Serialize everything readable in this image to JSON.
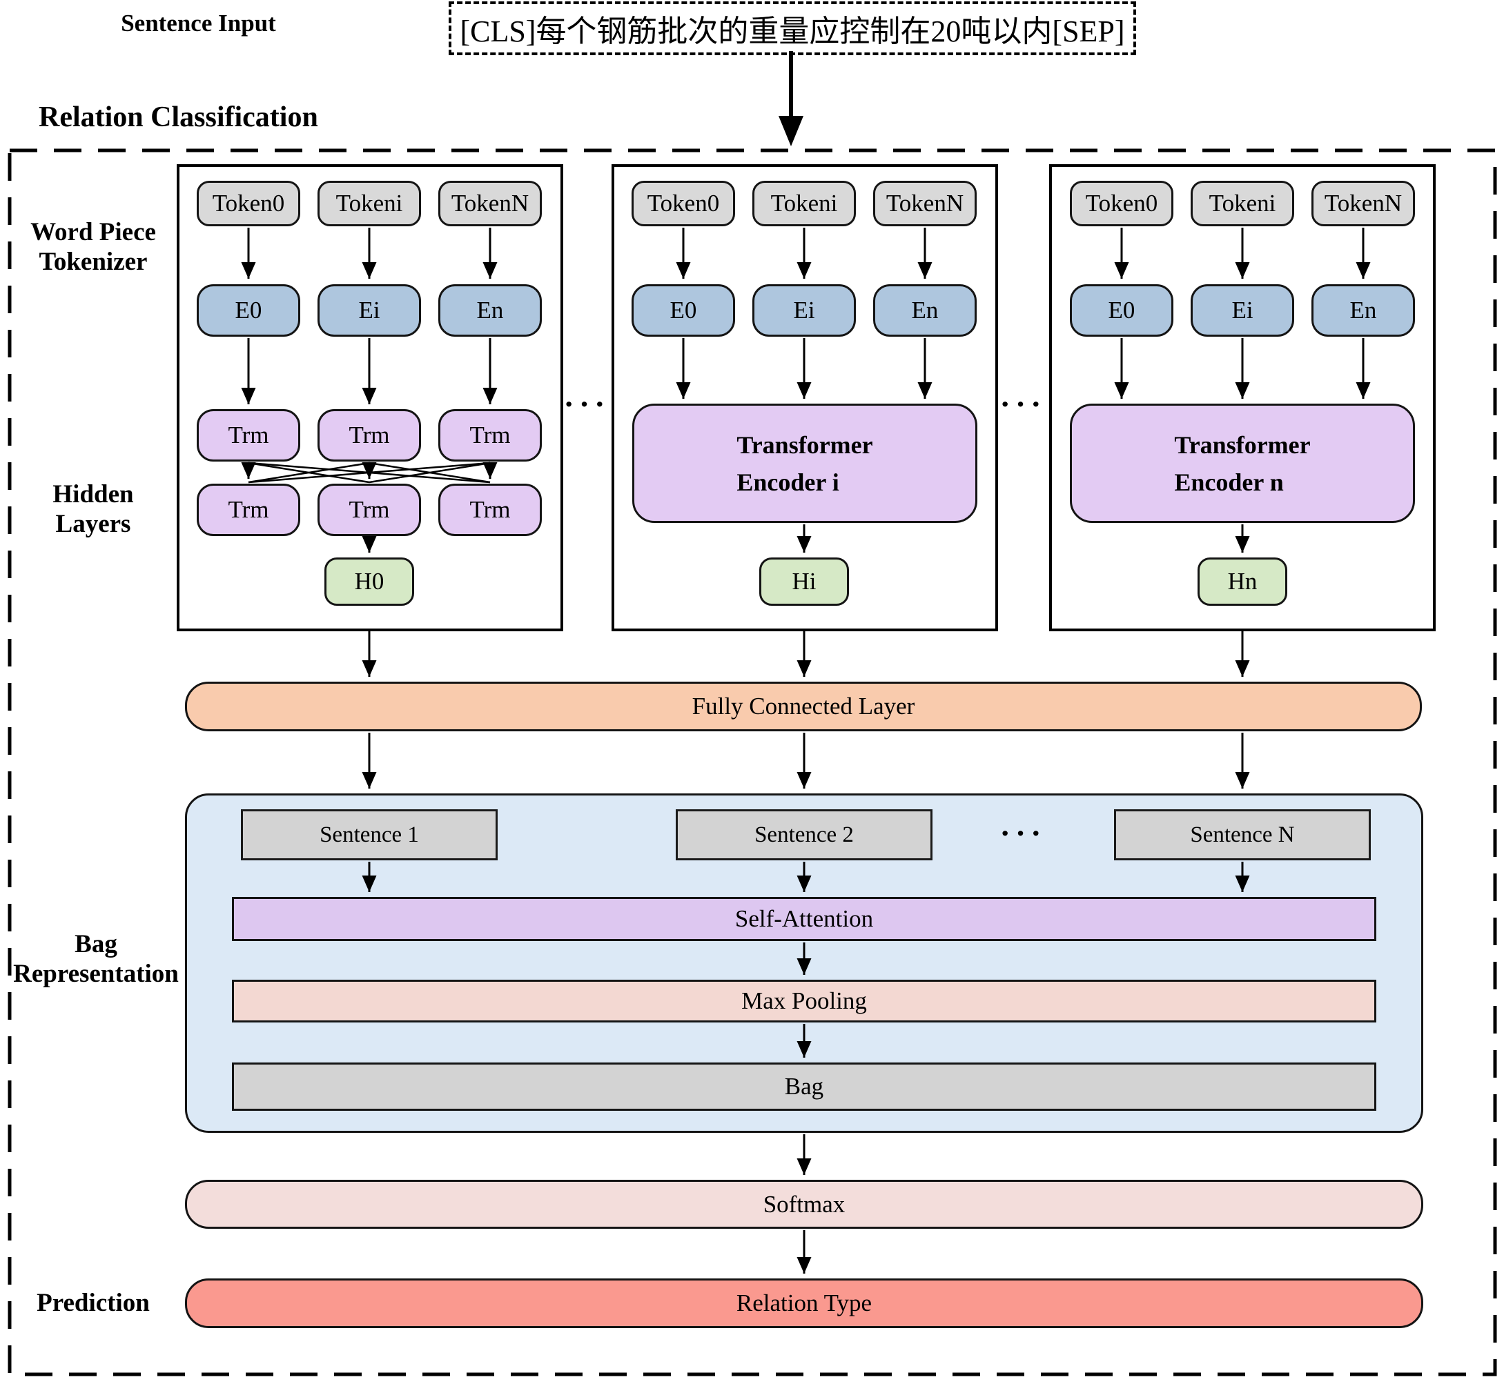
{
  "header": {
    "sentence_input_label": "Sentence Input",
    "sentence_text": "[CLS]每个钢筋批次的重量应控制在20吨以内[SEP]",
    "diagram_title": "Relation Classification"
  },
  "side_labels": {
    "word_piece_tokenizer": {
      "line1": "Word Piece",
      "line2": "Tokenizer"
    },
    "hidden_layers": {
      "line1": "Hidden",
      "line2": "Layers"
    },
    "bag_representation": {
      "line1": "Bag",
      "line2": "Representation"
    },
    "prediction": "Prediction"
  },
  "ellipsis": "···",
  "panels": [
    {
      "tokens": [
        "Token0",
        "Tokeni",
        "TokenN"
      ],
      "embeddings": [
        "E0",
        "Ei",
        "En"
      ],
      "transformer_blocks": [
        "Trm",
        "Trm",
        "Trm",
        "Trm",
        "Trm",
        "Trm"
      ],
      "hidden_output": "H0"
    },
    {
      "tokens": [
        "Token0",
        "Tokeni",
        "TokenN"
      ],
      "embeddings": [
        "E0",
        "Ei",
        "En"
      ],
      "encoder": {
        "line1": "Transformer",
        "line2": "Encoder i"
      },
      "hidden_output": "Hi"
    },
    {
      "tokens": [
        "Token0",
        "Tokeni",
        "TokenN"
      ],
      "embeddings": [
        "E0",
        "Ei",
        "En"
      ],
      "encoder": {
        "line1": "Transformer",
        "line2": "Encoder n"
      },
      "hidden_output": "Hn"
    }
  ],
  "fully_connected_label": "Fully Connected Layer",
  "bag_section": {
    "sentences": [
      "Sentence 1",
      "Sentence 2",
      "Sentence N"
    ],
    "self_attention_label": "Self-Attention",
    "max_pooling_label": "Max Pooling",
    "bag_label": "Bag"
  },
  "output": {
    "softmax_label": "Softmax",
    "relation_type_label": "Relation Type"
  },
  "colors": {
    "token_box": "#d9d9d9",
    "embedding_box": "#aec6de",
    "transformer_box": "#e3cbf3",
    "hidden_box": "#d6e9c6",
    "fully_connected_bar": "#f9cbad",
    "bag_container": "#dce9f6",
    "sentence_box": "#d3d3d3",
    "self_attention_bar": "#ddc7f0",
    "max_pooling_bar": "#f3d8d2",
    "bag_bar": "#d3d3d3",
    "softmax_bar": "#f3dddb",
    "relation_type_bar": "#fa998f"
  }
}
